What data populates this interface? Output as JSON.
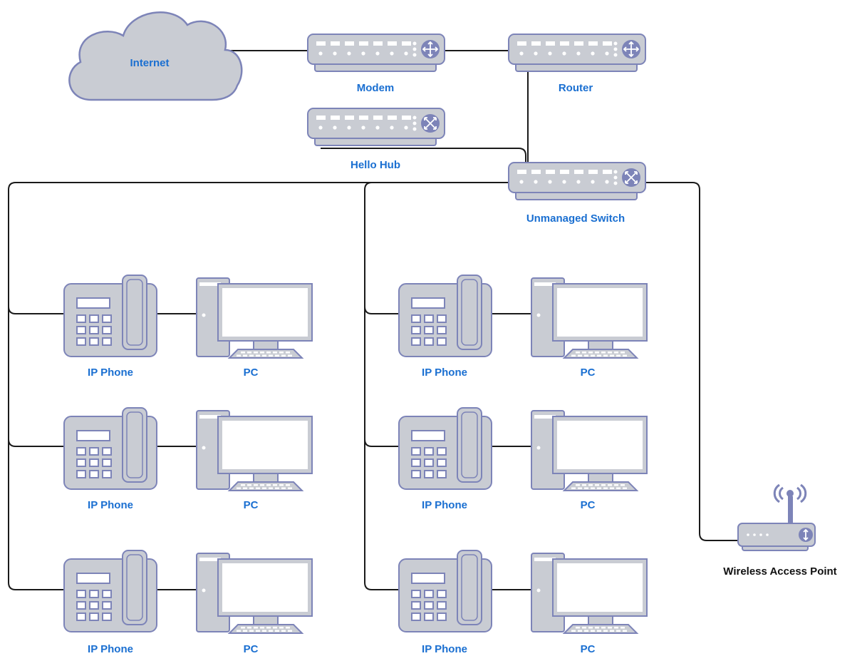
{
  "colors": {
    "device_fill": "#c9ccd3",
    "device_stroke": "#7d84b8",
    "screen_fill": "#ffffff",
    "wire": "#1a1a1a",
    "label": "#1a6fd1",
    "label_dark": "#111111"
  },
  "nodes": {
    "internet": {
      "label": "Internet",
      "icon": "cloud-icon"
    },
    "modem": {
      "label": "Modem",
      "icon": "router-icon"
    },
    "router": {
      "label": "Router",
      "icon": "router-icon"
    },
    "hub": {
      "label": "Hello Hub",
      "icon": "switch-icon"
    },
    "switch": {
      "label": "Unmanaged Switch",
      "icon": "switch-icon"
    },
    "wap": {
      "label": "Wireless Access Point",
      "icon": "wireless-access-point-icon"
    },
    "left_group": [
      {
        "phone_label": "IP Phone",
        "pc_label": "PC"
      },
      {
        "phone_label": "IP Phone",
        "pc_label": "PC"
      },
      {
        "phone_label": "IP Phone",
        "pc_label": "PC"
      }
    ],
    "right_group": [
      {
        "phone_label": "IP Phone",
        "pc_label": "PC"
      },
      {
        "phone_label": "IP Phone",
        "pc_label": "PC"
      },
      {
        "phone_label": "IP Phone",
        "pc_label": "PC"
      }
    ]
  }
}
